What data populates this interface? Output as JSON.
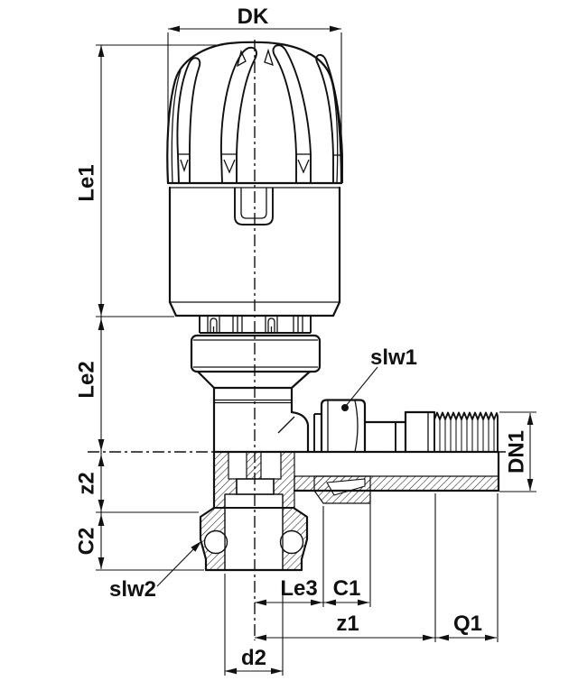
{
  "labels": {
    "dk": "DK",
    "le1": "Le1",
    "le2": "Le2",
    "z2": "z2",
    "c2": "C2",
    "slw1": "slw1",
    "slw2": "slw2",
    "dn1": "DN1",
    "le3": "Le3",
    "c1": "C1",
    "z1": "z1",
    "q1": "Q1",
    "d2": "d2"
  },
  "colors": {
    "line": "#111111",
    "background": "#ffffff"
  }
}
